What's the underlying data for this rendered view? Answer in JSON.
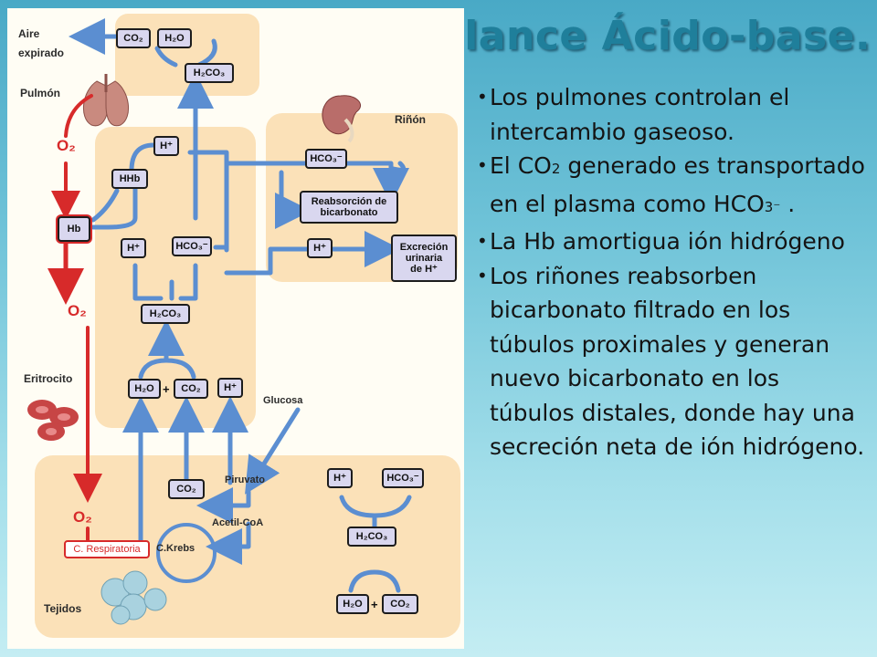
{
  "slide": {
    "title": "Balance Ácido-base.",
    "bullets": [
      {
        "text": "Los pulmones controlan el intercambio gaseoso."
      },
      {
        "pre": "El CO",
        "sub": "2",
        "post": " generado es transportado en el plasma como HCO",
        "sub2": "3⁻",
        "post2": " ."
      },
      {
        "text": "La Hb amortigua ión hidrógeno"
      },
      {
        "text": "Los riñones reabsorben bicarbonato filtrado en los túbulos proximales y generan nuevo bicarbonato en los túbulos distales, donde hay una secreción neta de ión hidrógeno."
      }
    ]
  },
  "diagram": {
    "labels": {
      "aire": "Aire",
      "expirado": "expirado",
      "pulmon": "Pulmón",
      "rinon": "Riñón",
      "eritrocito": "Eritrocito",
      "tejidos": "Tejidos",
      "glucosa": "Glucosa",
      "piruvato": "Piruvato",
      "acetil": "Acetil-CoA",
      "krebs": "C.Krebs"
    },
    "boxes": {
      "co2_top": "CO₂",
      "h2o_top": "H₂O",
      "h2co3_top": "H₂CO₃",
      "h_plus_1": "H⁺",
      "hhb": "HHb",
      "hb": "Hb",
      "h_plus_2": "H⁺",
      "hco3_mid": "HCO₃⁻",
      "h2co3_mid": "H₂CO₃",
      "h2o_mid": "H₂O",
      "co2_mid": "CO₂",
      "h_plus_3": "H⁺",
      "hco3_kidney": "HCO₃⁻",
      "reabs": "Reabsorción de",
      "reabs2": "bicarbonato",
      "h_plus_kidney": "H⁺",
      "excrecion1": "Excreción",
      "excrecion2": "urinaria",
      "excrecion3": "de  H⁺",
      "co2_tissue": "CO₂",
      "c_resp": "C. Respiratoria",
      "h_plus_tissue": "H⁺",
      "hco3_tissue": "HCO₃⁻",
      "h2co3_tissue": "H₂CO₃",
      "h2o_tissue": "H₂O",
      "co2_tissue2": "CO₂"
    },
    "o2": [
      "O₂",
      "O₂",
      "O₂"
    ],
    "plus": "+",
    "colors": {
      "arrow_blue": "#5b8ed1",
      "o2_red": "#d72a2a",
      "panel": "#fbe1b8",
      "box_fill": "#d9d7ef"
    }
  }
}
